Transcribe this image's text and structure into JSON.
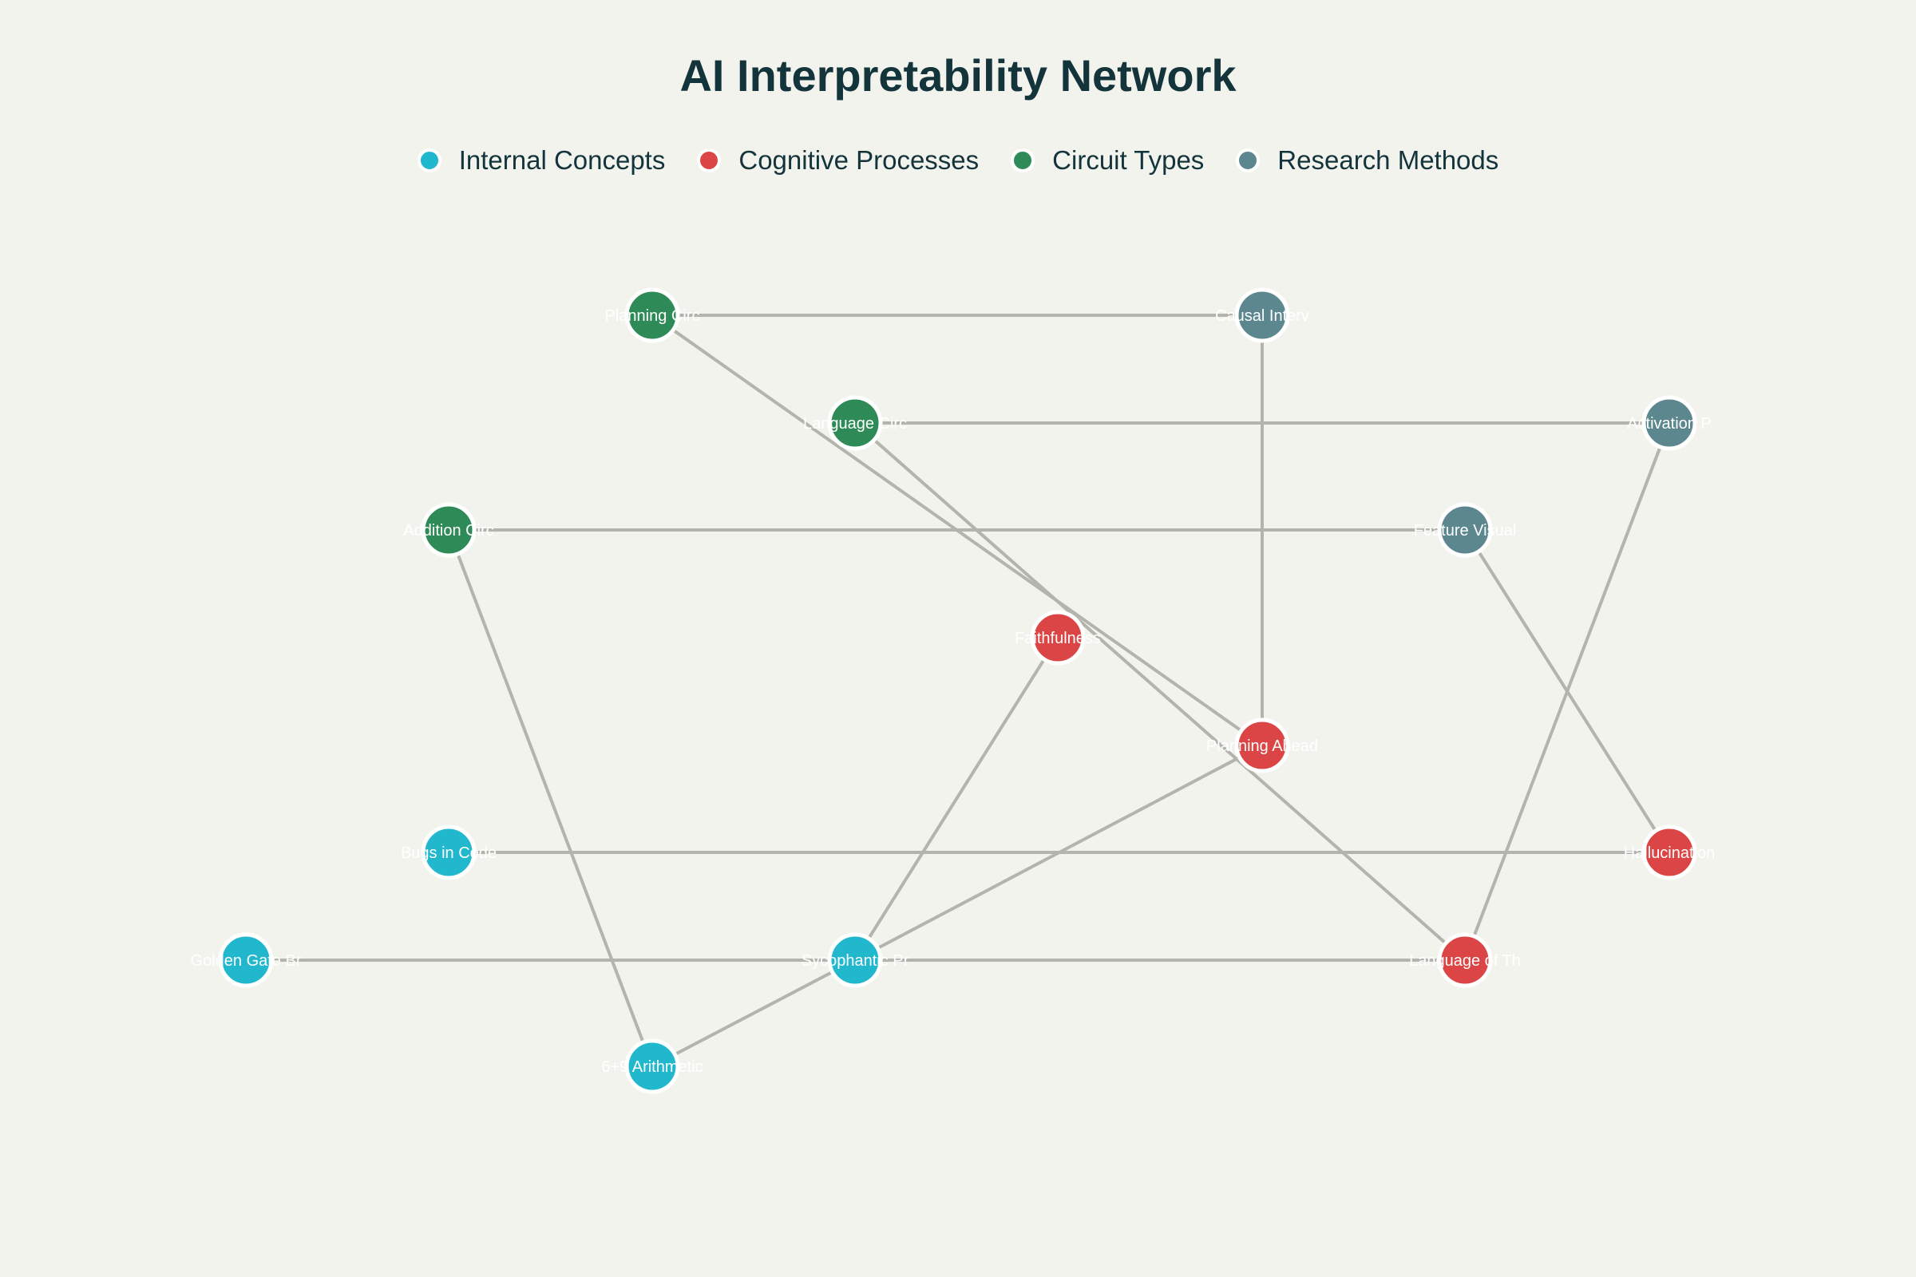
{
  "title": "AI Interpretability Network",
  "legend": [
    {
      "label": "Internal Concepts",
      "color": "#21B8CD"
    },
    {
      "label": "Cognitive Processes",
      "color": "#DB4545"
    },
    {
      "label": "Circuit Types",
      "color": "#2E8B57"
    },
    {
      "label": "Research Methods",
      "color": "#5D878F"
    }
  ],
  "nodes": [
    {
      "id": "planning-circ",
      "label": "Planning Circ",
      "group": 2
    },
    {
      "id": "causal-interv",
      "label": "Causal Interv",
      "group": 3
    },
    {
      "id": "language-circ",
      "label": "Language Circ",
      "group": 2
    },
    {
      "id": "activation-p",
      "label": "Activation P",
      "group": 3
    },
    {
      "id": "addition-circ",
      "label": "Addition Circ",
      "group": 2
    },
    {
      "id": "feature-visual",
      "label": "Feature Visual",
      "group": 3
    },
    {
      "id": "faithfulness",
      "label": "Faithfulness",
      "group": 1
    },
    {
      "id": "planning-ahead",
      "label": "Planning Ahead",
      "group": 1
    },
    {
      "id": "bugs-in-code",
      "label": "Bugs in Code",
      "group": 0
    },
    {
      "id": "hallucination",
      "label": "Hallucination",
      "group": 1
    },
    {
      "id": "golden-gate",
      "label": "Golden Gate Br",
      "group": 0
    },
    {
      "id": "sycophantic",
      "label": "Sycophantic Pr",
      "group": 0
    },
    {
      "id": "language-of-th",
      "label": "Language of Th",
      "group": 1
    },
    {
      "id": "arithmetic",
      "label": "6+9 Arithmetic",
      "group": 0
    }
  ],
  "edges": [
    [
      "planning-circ",
      "causal-interv"
    ],
    [
      "planning-circ",
      "planning-ahead"
    ],
    [
      "language-circ",
      "activation-p"
    ],
    [
      "language-circ",
      "language-of-th"
    ],
    [
      "addition-circ",
      "feature-visual"
    ],
    [
      "addition-circ",
      "arithmetic"
    ],
    [
      "causal-interv",
      "planning-ahead"
    ],
    [
      "activation-p",
      "language-of-th"
    ],
    [
      "feature-visual",
      "hallucination"
    ],
    [
      "faithfulness",
      "sycophantic"
    ],
    [
      "planning-ahead",
      "sycophantic"
    ],
    [
      "bugs-in-code",
      "hallucination"
    ],
    [
      "golden-gate",
      "sycophantic"
    ],
    [
      "sycophantic",
      "language-of-th"
    ],
    [
      "sycophantic",
      "arithmetic"
    ]
  ],
  "edge_color": "#B4B4AD",
  "background": "#F3F3EE"
}
